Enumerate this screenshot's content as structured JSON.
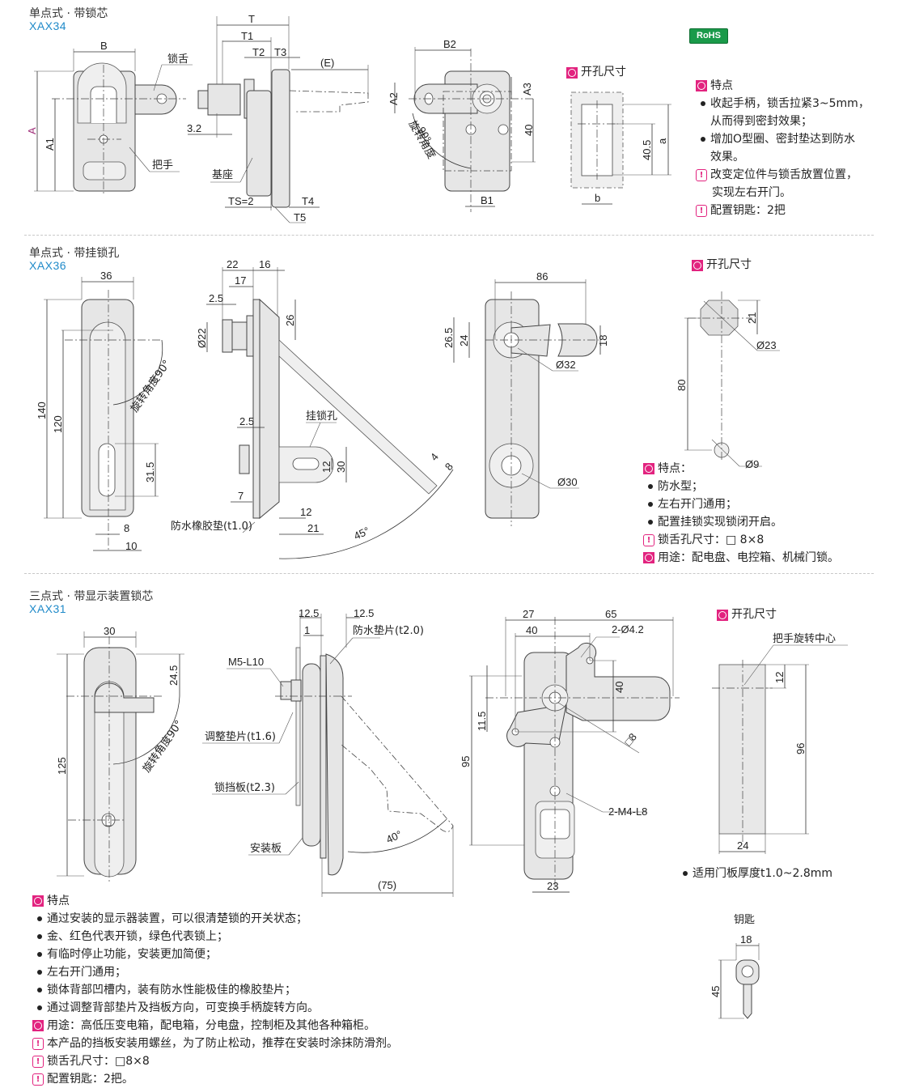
{
  "badge": {
    "rohs": "RoHS"
  },
  "colors": {
    "accent_magenta": "#e2237f",
    "code_blue": "#1f8ac9",
    "rohs_green": "#1a9a4a",
    "part_fill": "#e6e6e6"
  },
  "sections": [
    {
      "title": "单点式 · 带锁芯",
      "code": "XAX34",
      "drawing_labels": {
        "front": {
          "B": "B",
          "A": "A",
          "A1": "A1",
          "lock_tongue": "锁舌",
          "handle": "把手"
        },
        "side": {
          "T": "T",
          "T1": "T1",
          "T2": "T2",
          "T3": "T3",
          "E": "(E)",
          "d32": "3.2",
          "base": "基座",
          "TS": "TS=2",
          "T4": "T4",
          "T5": "T5"
        },
        "back": {
          "B2": "B2",
          "A2": "A2",
          "A3": "A3",
          "d40": "40",
          "B1": "B1",
          "rotation": "旋转角度",
          "angle": "90°"
        },
        "cutout": {
          "heading": "开孔尺寸",
          "d405": "40.5",
          "a": "a",
          "b": "b"
        }
      },
      "features_heading": "特点",
      "features": [
        {
          "type": "bullet",
          "lines": [
            "收起手柄，锁舌拉紧3~5mm，",
            "从而得到密封效果；"
          ]
        },
        {
          "type": "bullet",
          "lines": [
            "增加O型圈、密封垫达到防水",
            "效果。"
          ]
        },
        {
          "type": "warn",
          "lines": [
            "改变定位件与锁舌放置位置，",
            "实现左右开门。"
          ]
        },
        {
          "type": "warn",
          "lines": [
            "配置钥匙：2把"
          ]
        }
      ]
    },
    {
      "title": "单点式 · 带挂锁孔",
      "code": "XAX36",
      "drawing_labels": {
        "front": {
          "w36": "36",
          "h140": "140",
          "h120": "120",
          "h315": "31.5",
          "w8": "8",
          "w10": "10",
          "rotation": "旋转角度90°"
        },
        "side": {
          "d22": "22",
          "d16": "16",
          "d17": "17",
          "d25a": "2.5",
          "dia22": "Ø22",
          "d26": "26",
          "padlock": "挂锁孔",
          "d25b": "2.5",
          "d12a": "12",
          "d30": "30",
          "d7": "7",
          "d12b": "12",
          "d21": "21",
          "gasket": "防水橡胶垫(t1.0)",
          "d4": "4",
          "d8": "8",
          "angle": "45°"
        },
        "back": {
          "d86": "86",
          "d265": "26.5",
          "d24": "24",
          "d18": "18",
          "dia32": "Ø32",
          "dia30": "Ø30"
        },
        "cutout": {
          "heading": "开孔尺寸",
          "d21": "21",
          "dia23": "Ø23",
          "d80": "80",
          "dia9": "Ø9"
        }
      },
      "features_heading": "特点：",
      "features": [
        {
          "type": "bullet",
          "lines": [
            "防水型；"
          ]
        },
        {
          "type": "bullet",
          "lines": [
            "左右开门通用；"
          ]
        },
        {
          "type": "bullet",
          "lines": [
            "配置挂锁实现锁闭开启。"
          ]
        },
        {
          "type": "warn",
          "lines": [
            "锁舌孔尺寸：□ 8×8"
          ]
        },
        {
          "type": "circle",
          "lines": [
            "用途：配电盘、电控箱、机械门锁。"
          ]
        }
      ]
    },
    {
      "title": "三点式 · 带显示装置锁芯",
      "code": "XAX31",
      "drawing_labels": {
        "front": {
          "w30": "30",
          "h245": "24.5",
          "h125": "125",
          "rotation": "旋转角度90°"
        },
        "side": {
          "d125a": "12.5",
          "d125b": "12.5",
          "d1": "1",
          "gasket": "防水垫片(t2.0)",
          "m5": "M5-L10",
          "shim": "调整垫片(t1.6)",
          "stop": "锁挡板(t2.3)",
          "plate": "安装板",
          "angle": "40°",
          "d75": "(75)"
        },
        "back": {
          "d27": "27",
          "d65": "65",
          "d40a": "40",
          "holes": "2-Ø4.2",
          "d40b": "40",
          "d115": "11.5",
          "sq8": "□8",
          "d95": "95",
          "screws": "2-M4-L8",
          "d23": "23"
        },
        "cutout": {
          "heading": "开孔尺寸",
          "center": "把手旋转中心",
          "d12": "12",
          "d96": "96",
          "d24": "24",
          "note": "适用门板厚度t1.0~2.8mm"
        },
        "key": {
          "heading": "钥匙",
          "d18": "18",
          "d45": "45"
        }
      },
      "features_heading": "特点",
      "features": [
        {
          "type": "bullet",
          "lines": [
            "通过安装的显示器装置，可以很清楚锁的开关状态；"
          ]
        },
        {
          "type": "bullet",
          "lines": [
            "金、红色代表开锁，绿色代表锁上；"
          ]
        },
        {
          "type": "bullet",
          "lines": [
            "有临时停止功能，安装更加简便；"
          ]
        },
        {
          "type": "bullet",
          "lines": [
            "左右开门通用；"
          ]
        },
        {
          "type": "bullet",
          "lines": [
            "锁体背部凹槽内，装有防水性能极佳的橡胶垫片；"
          ]
        },
        {
          "type": "bullet",
          "lines": [
            "通过调整背部垫片及挡板方向，可变换手柄旋转方向。"
          ]
        },
        {
          "type": "circle",
          "lines": [
            "用途：高低压变电箱，配电箱，分电盘，控制柜及其他各种箱柜。"
          ]
        },
        {
          "type": "warn",
          "lines": [
            "本产品的挡板安装用螺丝，为了防止松动，推荐在安装时涂抹防滑剂。"
          ]
        },
        {
          "type": "warn",
          "lines": [
            "锁舌孔尺寸：□8×8"
          ]
        },
        {
          "type": "warn",
          "lines": [
            "配置钥匙：2把。"
          ]
        }
      ]
    }
  ]
}
